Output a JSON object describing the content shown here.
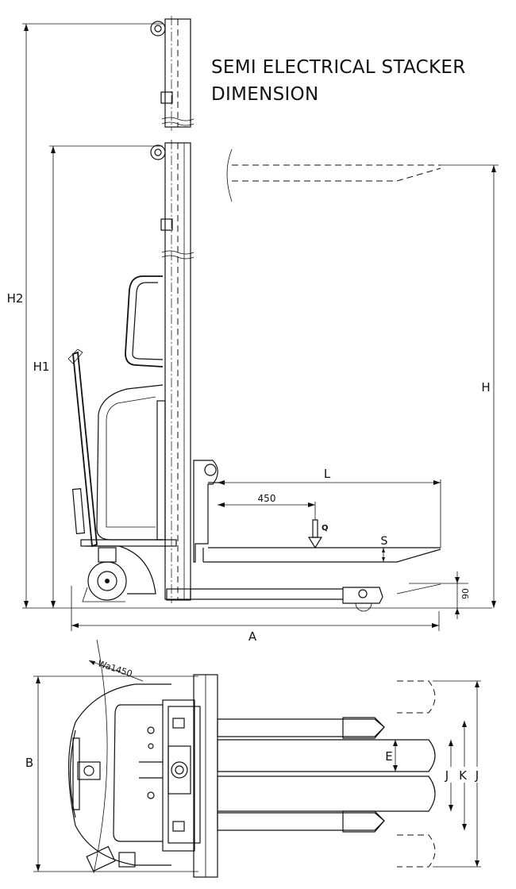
{
  "title": {
    "line1": "SEMI ELECTRICAL STACKER",
    "line2": "DIMENSION"
  },
  "labels": {
    "H2": "H2",
    "H1": "H1",
    "H": "H",
    "L": "L",
    "load_center": "450",
    "Q": "Q",
    "S": "S",
    "ground_clearance": "90",
    "A": "A",
    "B": "B",
    "turning_radius": "Wa1450",
    "E": "E",
    "J_inner": "J",
    "K": "K",
    "J_outer": "J"
  }
}
